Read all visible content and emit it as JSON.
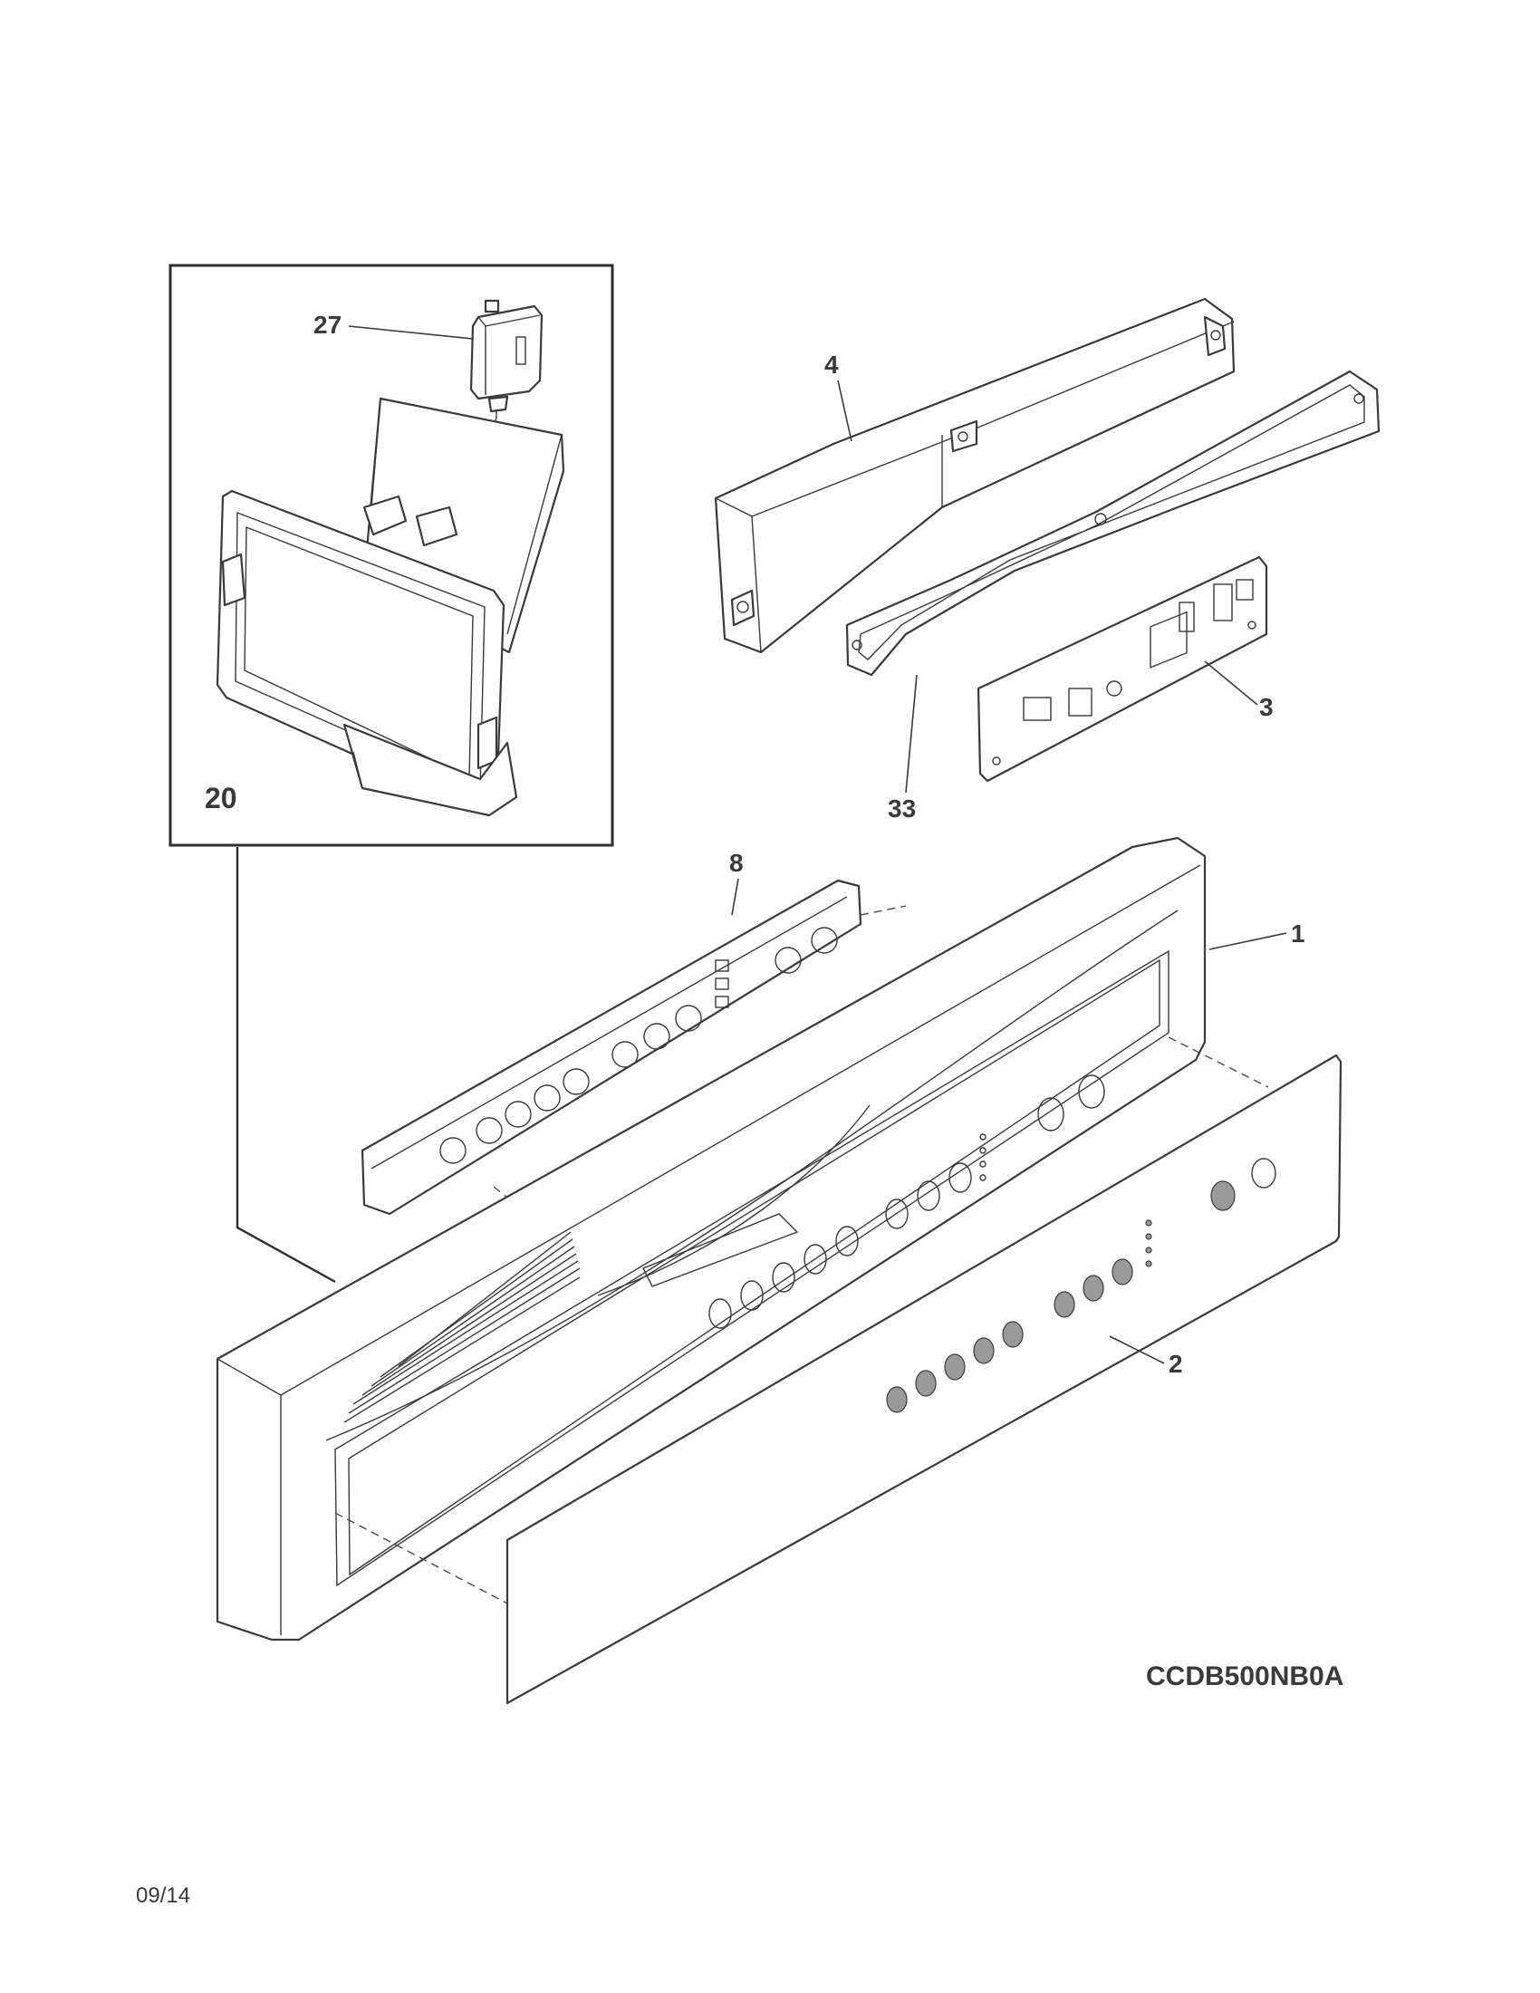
{
  "callouts": {
    "c27": "27",
    "c4": "4",
    "c3": "3",
    "c33": "33",
    "c20": "20",
    "c8": "8",
    "c1": "1",
    "c2": "2"
  },
  "model_number": "CCDB500NB0A",
  "date_code": "09/14",
  "colors": {
    "line": "#3a3a3a",
    "background": "#ffffff",
    "hatch": "#9a9a9a"
  }
}
